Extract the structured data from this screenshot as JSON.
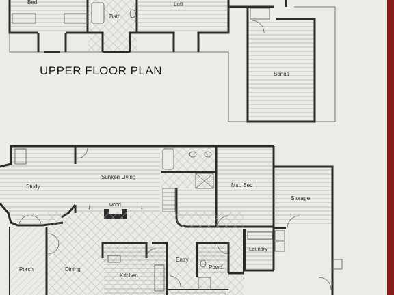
{
  "plan_title": "UPPER FLOOR PLAN",
  "upper_floor": {
    "rooms": {
      "bed": "Bed",
      "bath": "Bath",
      "loft": "Loft",
      "bonus": "Bonus"
    }
  },
  "lower_floor": {
    "rooms": {
      "study": "Study",
      "sunken_living": "Sunken Living",
      "wood": "wood",
      "mst_bed": "Mst. Bed",
      "storage": "Storage",
      "laundry": "Laundry",
      "porch": "Porch",
      "dining": "Dining",
      "kitchen": "Kitchen",
      "entry": "Entry",
      "powd": "Powd."
    }
  },
  "colors": {
    "paper": "#ecebe6",
    "wall": "#2b2b2b",
    "line": "#555555",
    "background": "#dcdcd6",
    "frame_red": "#8a1b1b"
  }
}
